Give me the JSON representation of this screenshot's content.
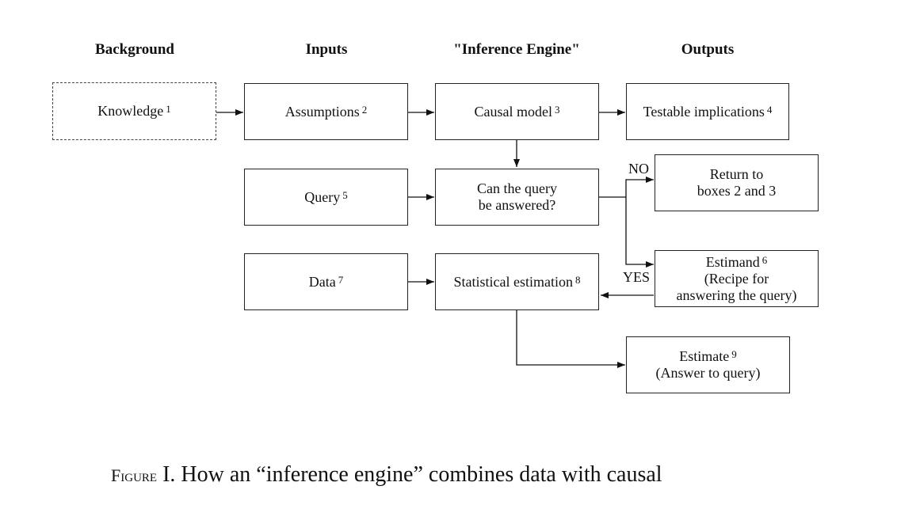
{
  "headers": {
    "background": "Background",
    "inputs": "Inputs",
    "engine": "\"Inference Engine\"",
    "outputs": "Outputs"
  },
  "boxes": {
    "knowledge": {
      "label": "Knowledge",
      "num": "1"
    },
    "assumptions": {
      "label": "Assumptions",
      "num": "2"
    },
    "causal_model": {
      "label": "Causal model",
      "num": "3"
    },
    "testable": {
      "label": "Testable implications",
      "num": "4"
    },
    "query": {
      "label": "Query",
      "num": "5"
    },
    "can_query": {
      "line1": "Can the query",
      "line2": "be answered?"
    },
    "return_to": {
      "line1": "Return to",
      "line2": "boxes 2 and 3"
    },
    "estimand": {
      "label": "Estimand",
      "num": "6",
      "line2": "(Recipe for",
      "line3": "answering the query)"
    },
    "data": {
      "label": "Data",
      "num": "7"
    },
    "stat_est": {
      "label": "Statistical estimation",
      "num": "8"
    },
    "estimate": {
      "label": "Estimate",
      "num": "9",
      "line2": "(Answer to query)"
    }
  },
  "branch_labels": {
    "no": "NO",
    "yes": "YES"
  },
  "caption": {
    "prefix_small_caps": "Figure",
    "text": " I. How an “inference engine” combines data with causal"
  }
}
